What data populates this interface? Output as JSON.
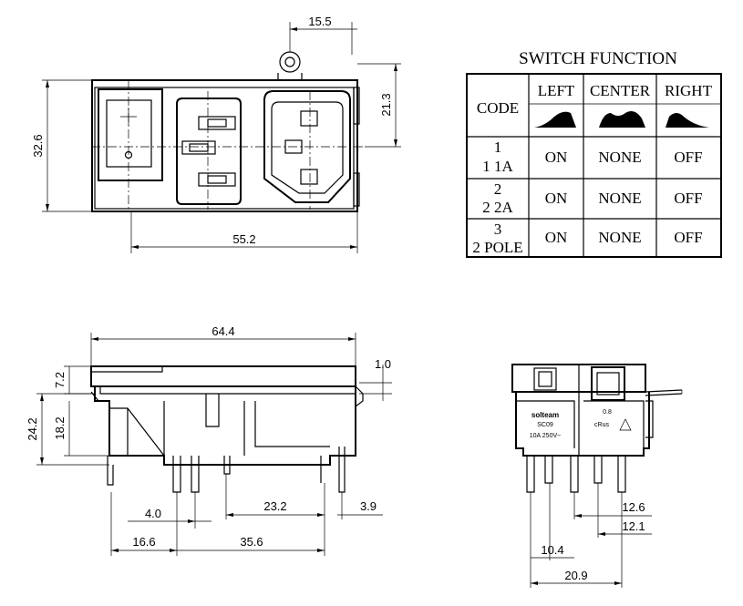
{
  "dimensions": {
    "top_width_offset": "15.5",
    "top_height": "32.6",
    "top_half_height": "21.3",
    "top_width": "55.2",
    "side_width": "64.4",
    "side_flange": "7.2",
    "side_height": "24.2",
    "side_body": "18.2",
    "side_offset": "1.0",
    "pin_a": "4.0",
    "pin_b": "23.2",
    "pin_c": "3.9",
    "pin_d": "16.6",
    "pin_e": "35.6",
    "end_a": "12.6",
    "end_b": "12.1",
    "end_c": "10.4",
    "end_d": "20.9"
  },
  "switch_table": {
    "title": "SWITCH FUNCTION",
    "headers": [
      "CODE",
      "LEFT",
      "CENTER",
      "RIGHT"
    ],
    "rows": [
      {
        "code_num": "1",
        "code_text": "1 1A",
        "left": "ON",
        "center": "NONE",
        "right": "OFF"
      },
      {
        "code_num": "2",
        "code_text": "2 2A",
        "left": "ON",
        "center": "NONE",
        "right": "OFF"
      },
      {
        "code_num": "3",
        "code_text": "2 POLE",
        "left": "ON",
        "center": "NONE",
        "right": "OFF"
      }
    ]
  },
  "end_view_label": {
    "brand": "solteam",
    "model": "SC09",
    "rating": "10A 250V~",
    "cert_num": "0.8"
  }
}
